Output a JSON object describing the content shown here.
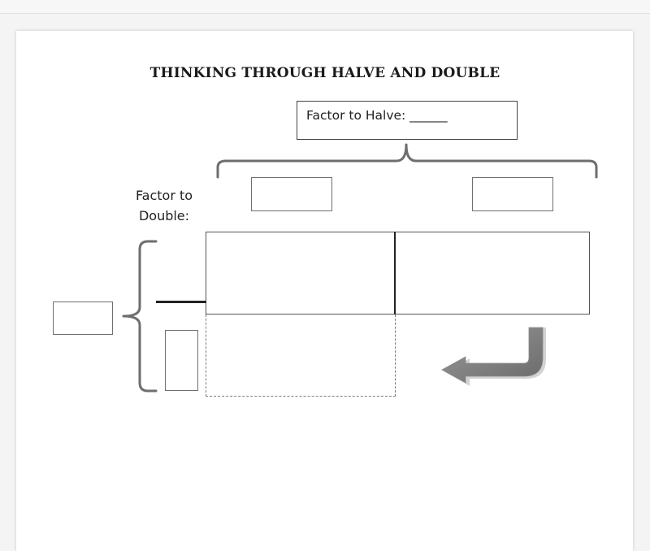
{
  "title": "THINKING THROUGH HALVE AND DOUBLE",
  "factor_to_halve_label": "Factor to Halve: ______",
  "factor_to_double_line1": "Factor to",
  "factor_to_double_line2": "Double:",
  "colors": {
    "brace": "#6e6e6e",
    "arrow_fill": "#8a8a8a",
    "arrow_shadow": "#c2c2c2",
    "box_border": "#6f6f6f"
  }
}
